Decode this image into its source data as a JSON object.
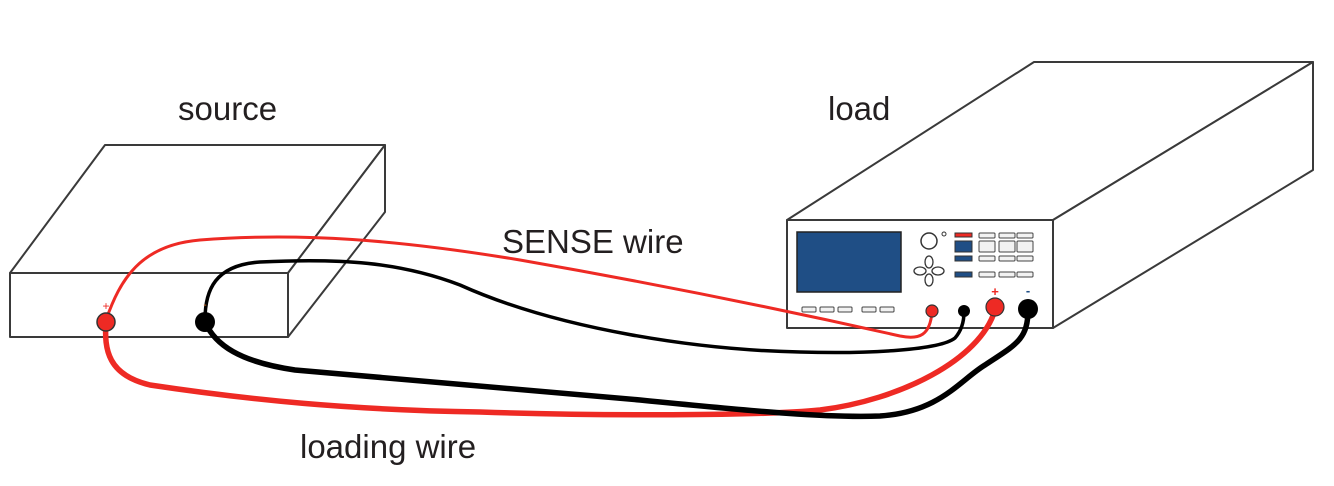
{
  "labels": {
    "source": "source",
    "load": "load",
    "sense_wire": "SENSE wire",
    "loading_wire": "loading wire"
  },
  "terminals": {
    "source_plus": "+",
    "source_minus": "-",
    "load_plus": "+",
    "load_minus": "-"
  },
  "colors": {
    "red_wire": "#ee2a24",
    "black_wire": "#000000",
    "panel_blue": "#1f4e85",
    "outline": "#3a3a3a",
    "text": "#231f20"
  }
}
